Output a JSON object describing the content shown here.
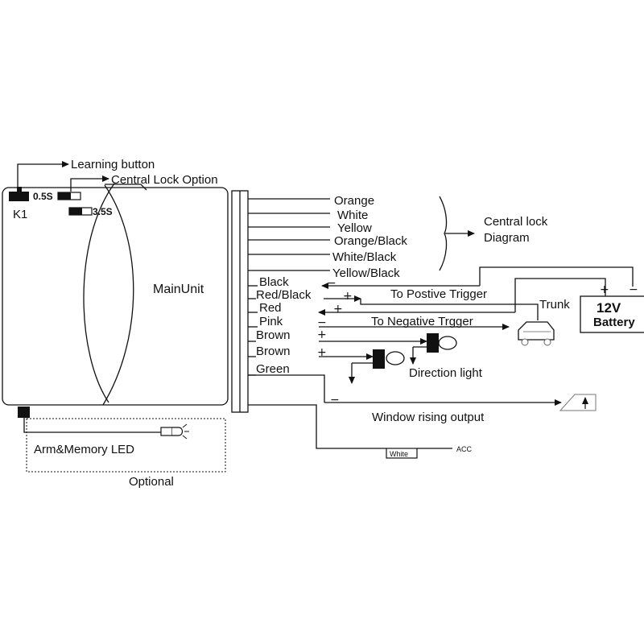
{
  "main_unit": {
    "label": "MainUnit",
    "k1_label": "K1"
  },
  "learning_button": {
    "label": "Learning button"
  },
  "central_lock_option": {
    "label": "Central Lock Option",
    "time_a": "0.5S",
    "time_b": "3.5S"
  },
  "wires": [
    {
      "color": "Orange"
    },
    {
      "color": "White"
    },
    {
      "color": "Yellow"
    },
    {
      "color": "Orange/Black"
    },
    {
      "color": "White/Black"
    },
    {
      "color": "Yellow/Black"
    },
    {
      "color": "Black",
      "polarity": "−"
    },
    {
      "color": "Red/Black",
      "polarity": "+"
    },
    {
      "color": "Red",
      "polarity": "+"
    },
    {
      "color": "Pink",
      "polarity": "−"
    },
    {
      "color": "Brown",
      "polarity": "+"
    },
    {
      "color": "Brown",
      "polarity": "+"
    },
    {
      "color": "Green",
      "polarity": "−"
    }
  ],
  "central_lock_diagram": {
    "line1": "Central lock",
    "line2": "Diagram"
  },
  "positive_trigger": {
    "label": "To Postive Trigger"
  },
  "negative_trigger": {
    "label": "To Negative Trgger"
  },
  "trunk": {
    "label": "Trunk"
  },
  "battery": {
    "line1": "12V",
    "line2": "Battery",
    "plus": "+",
    "minus": "−"
  },
  "direction_light": {
    "label": "Direction light"
  },
  "window": {
    "label": "Window rising output"
  },
  "acc": {
    "wire_label": "White",
    "label": "ACC"
  },
  "led": {
    "label": "Arm&Memory LED",
    "optional_label": "Optional"
  }
}
